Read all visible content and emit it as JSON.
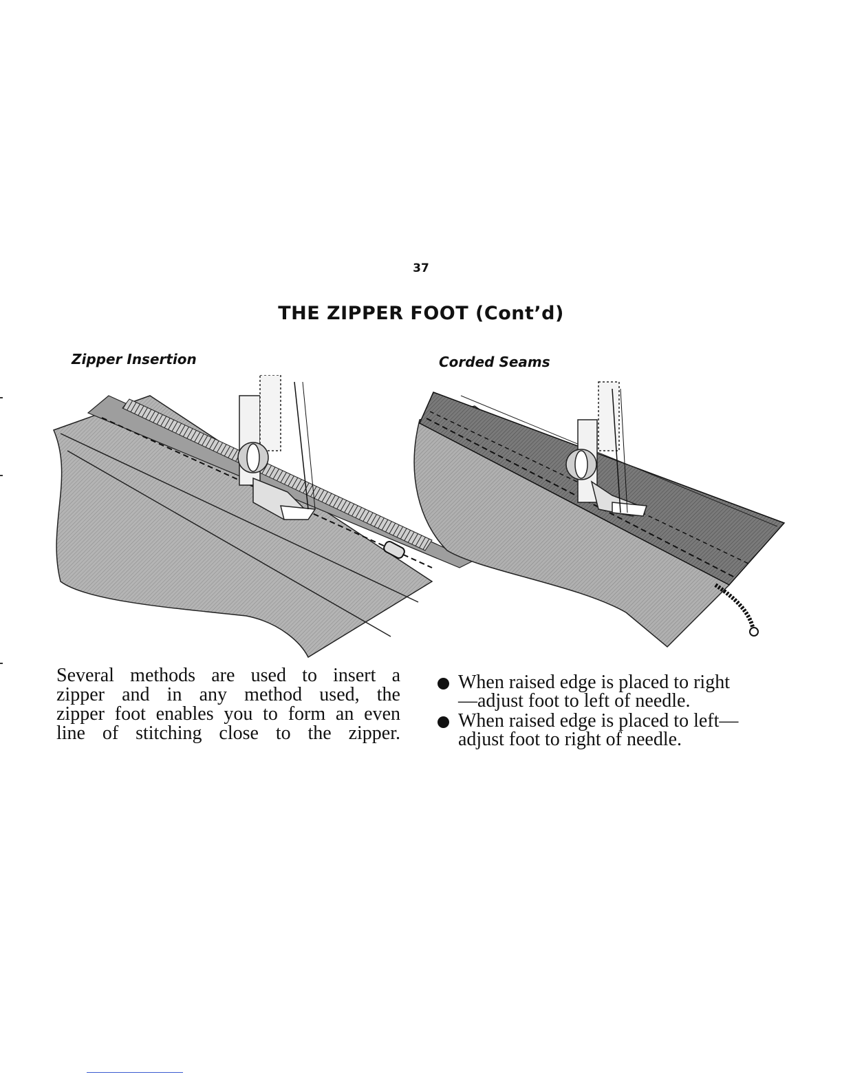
{
  "page": {
    "number": "37",
    "title": "THE ZIPPER FOOT (Cont’d)"
  },
  "left": {
    "caption": "Zipper Insertion",
    "paragraph_lines": [
      "Several methods are used to insert a",
      "zipper and in any method used, the",
      "zipper foot enables you to form an even",
      "line of stitching close to the zipper."
    ]
  },
  "right": {
    "caption": "Corded Seams",
    "bullets": [
      {
        "lines": [
          "When raised edge is placed to right",
          "—adjust foot to left of needle."
        ]
      },
      {
        "lines": [
          "When raised edge is placed to left—",
          "adjust foot to right of needle."
        ]
      }
    ]
  },
  "colors": {
    "fabric_light": "#a9a9a9",
    "fabric_dark": "#6e6e6e",
    "ink": "#111111",
    "footer_rule": "#3a5bd0"
  },
  "icons": {
    "left_illustration": "zipper-foot-sewing-zipper-illustration",
    "right_illustration": "zipper-foot-sewing-cording-illustration",
    "bullet": "filled-circle-bullet"
  }
}
